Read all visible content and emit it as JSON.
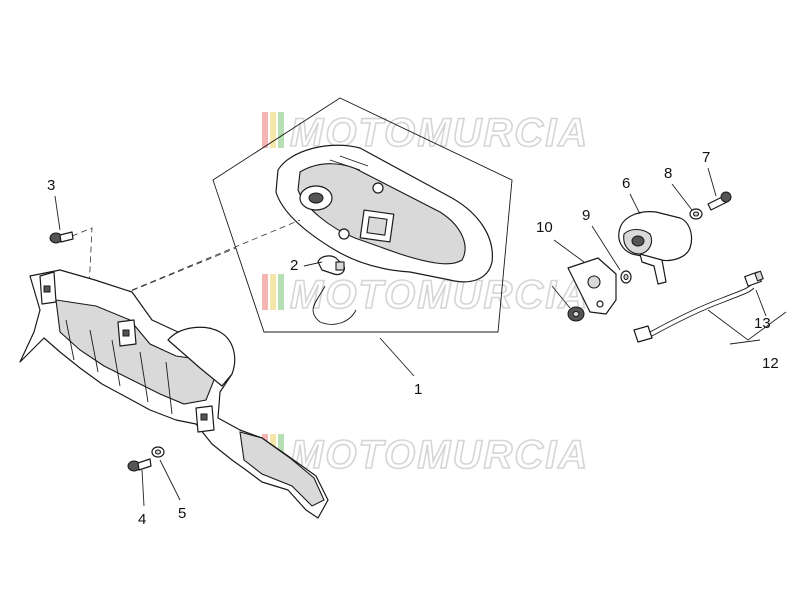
{
  "watermark": {
    "brand": "MOTOMURCIA",
    "stripe_colors": [
      "#f2a7a7",
      "#f3e29a",
      "#a9dba6"
    ]
  },
  "callouts": {
    "c1": "1",
    "c2": "2",
    "c3": "3",
    "c4": "4",
    "c5": "5",
    "c6": "6",
    "c7": "7",
    "c8": "8",
    "c9": "9",
    "c10": "10",
    "c12": "12",
    "c13": "13"
  }
}
